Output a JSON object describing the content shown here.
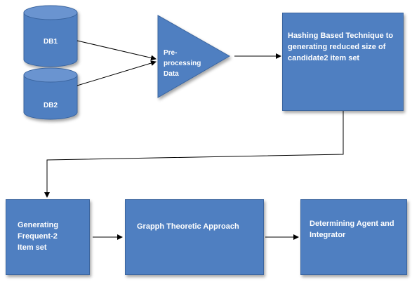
{
  "colors": {
    "fill": "#4f7fc1",
    "stroke": "#3b659f",
    "text": "#ffffff",
    "arrow": "#000000"
  },
  "nodes": {
    "db1": "DB1",
    "db2": "DB2",
    "preprocessing": "Pre-processing Data",
    "hashing": "Hashing Based Technique to generating reduced size of candidate2 item set",
    "frequent": "Generating Frequent-2 Item set",
    "graph": "Grapph Theoretic Approach",
    "determining": "Determining  Agent and Integrator"
  }
}
